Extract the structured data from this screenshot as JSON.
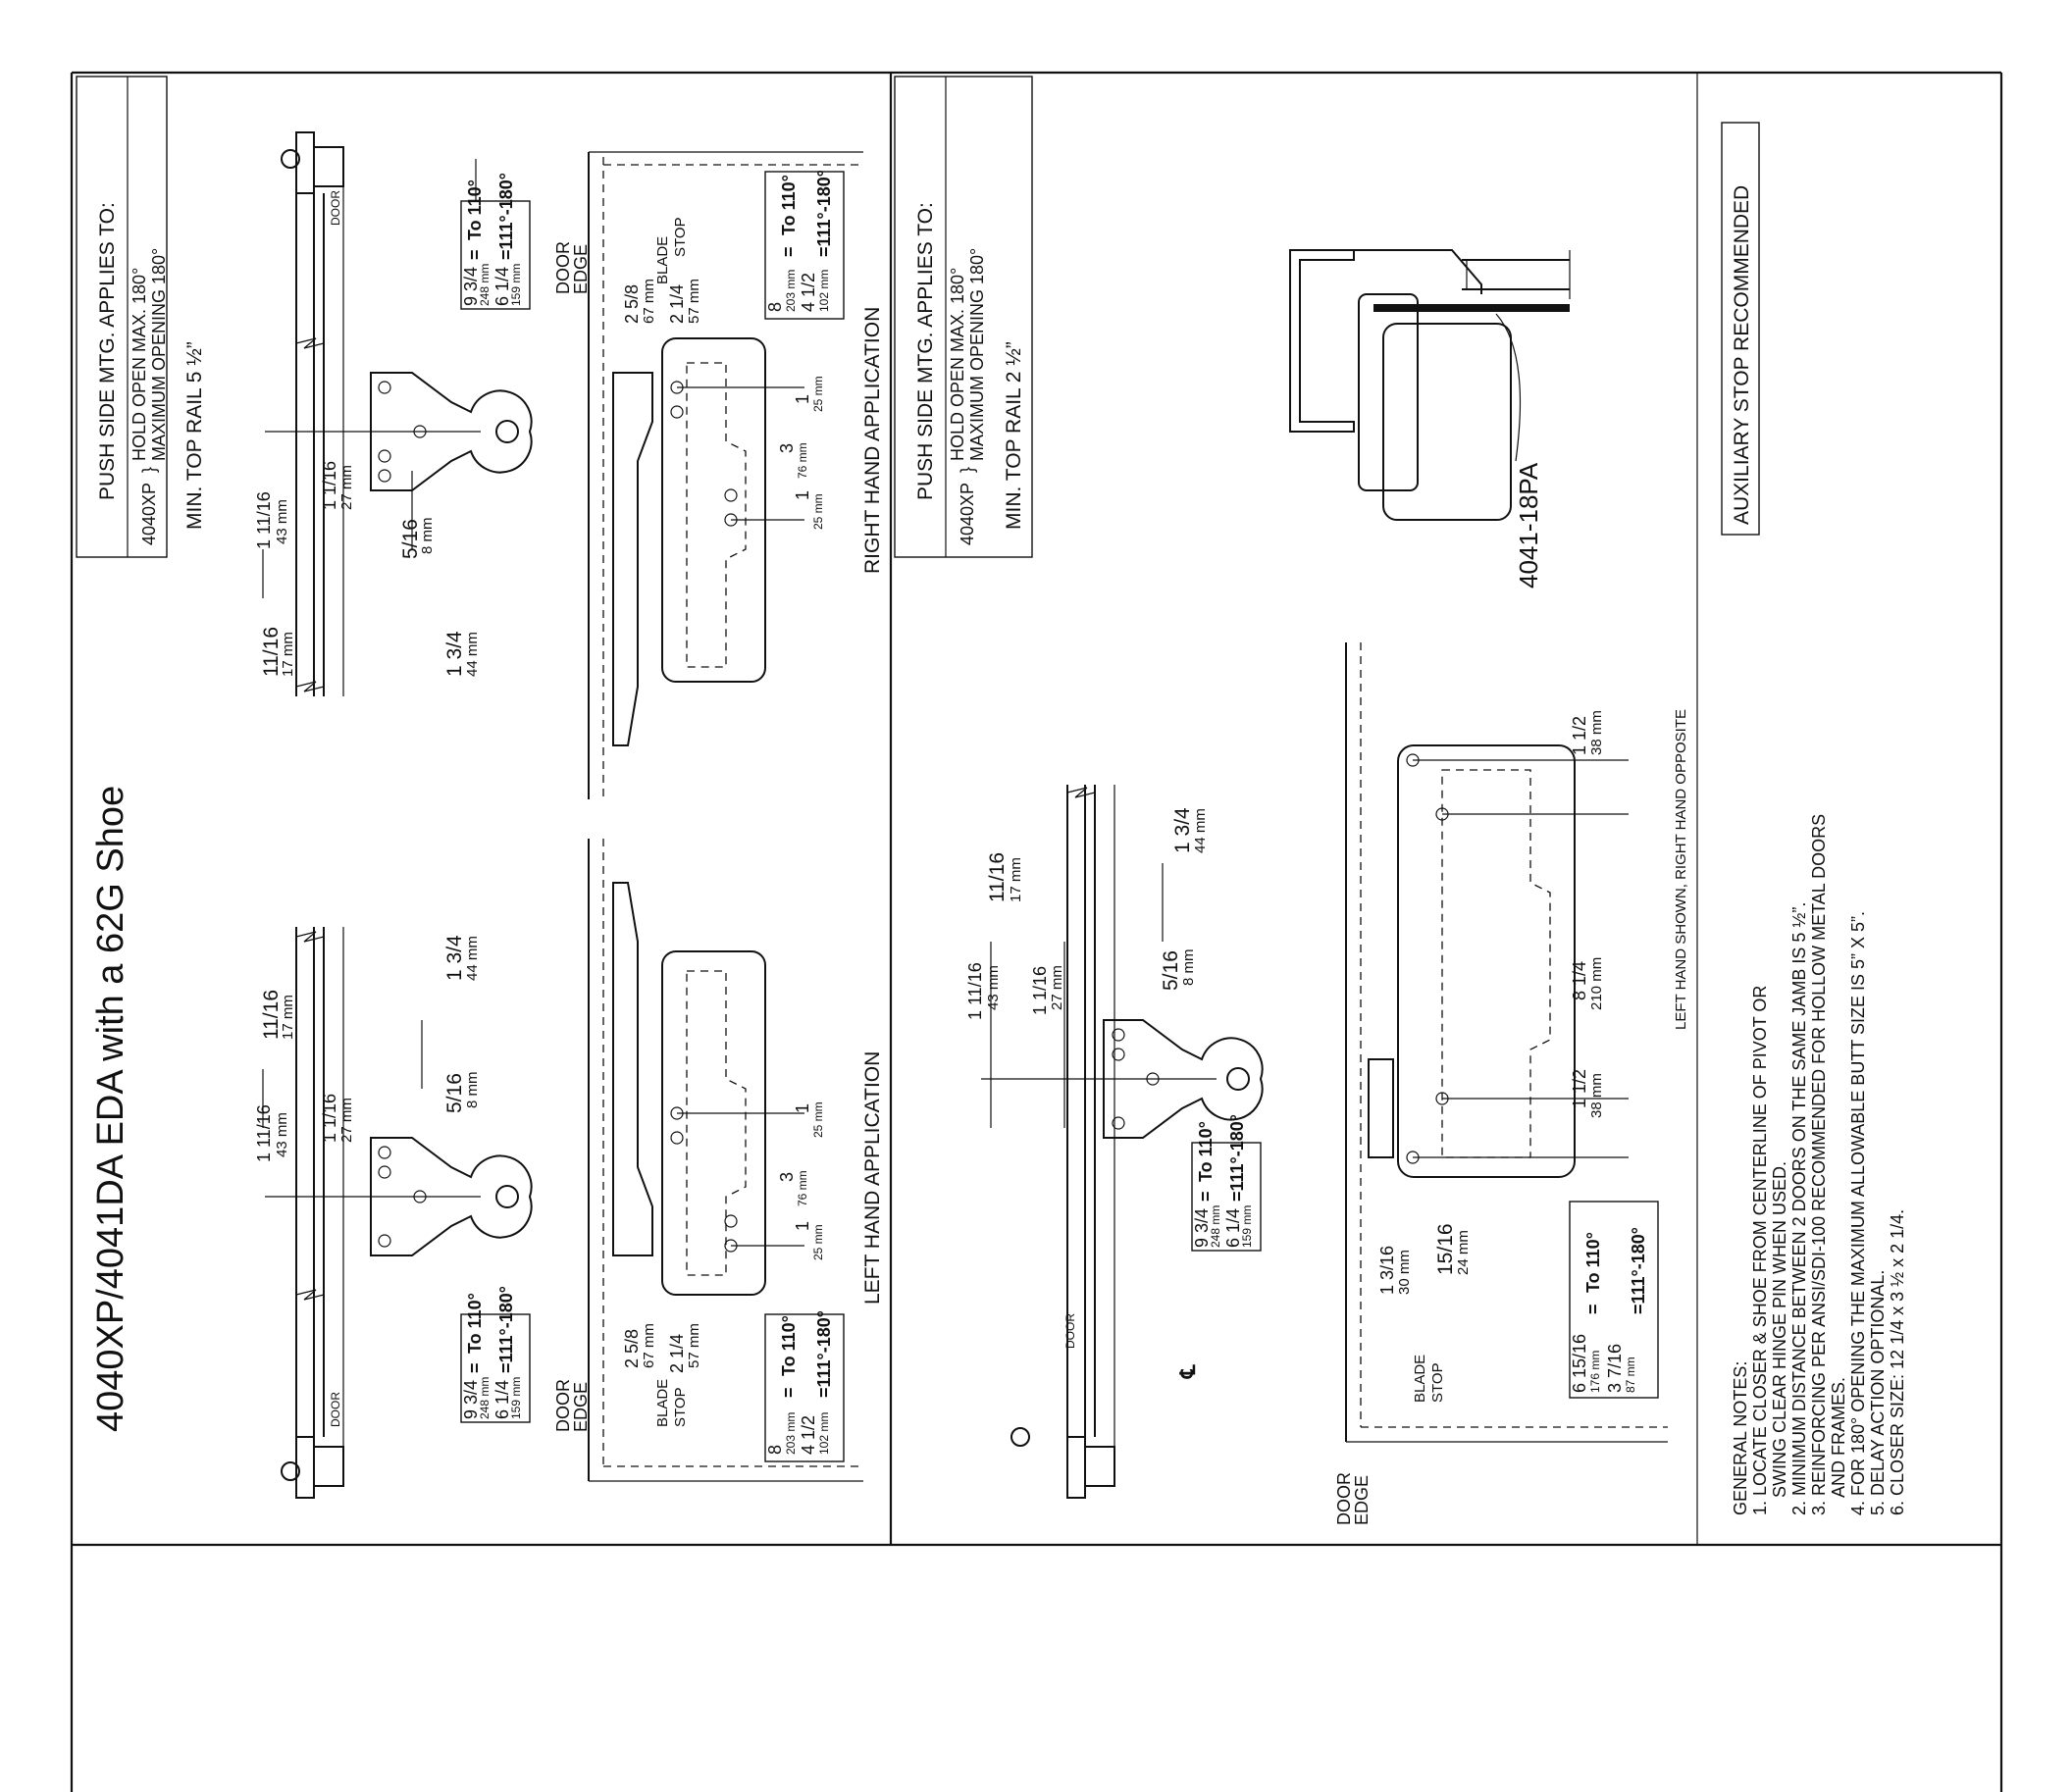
{
  "title": "4040XP/4041DA EDA with a 62G Shoe",
  "applies_box": {
    "heading": "PUSH SIDE MTG. APPLIES TO:",
    "model": "4040XP",
    "line1": "HOLD OPEN MAX. 180°",
    "line2": "MAXIMUM OPENING 180°"
  },
  "top_rail_left": "MIN. TOP RAIL 5 ½”",
  "top_rail_right": "MIN. TOP RAIL 2 ½”",
  "labels": {
    "door": "DOOR",
    "door_edge_1": "DOOR",
    "door_edge_2": "EDGE",
    "blade": "BLADE",
    "stop": "STOP",
    "to110": "To 110°",
    "range180": "=111°-180°",
    "eq": "=",
    "centerline": "℄",
    "part": "4041-18PA",
    "aux": "AUXILIARY STOP RECOMMENDED",
    "hand_note": "LEFT HAND SHOWN, RIGHT HAND OPPOSITE",
    "rh_app": "RIGHT HAND APPLICATION",
    "lh_app": "LEFT HAND APPLICATION"
  },
  "dims": {
    "d1_11_16": "1 11/16",
    "d43mm": "43 mm",
    "d1_1_16": "1 1/16",
    "d27mm": "27 mm",
    "d11_16": "11/16",
    "d17mm": "17 mm",
    "d5_16": "5/16",
    "d8mm": "8 mm",
    "d1_3_4": "1 3/4",
    "d44mm": "44 mm",
    "d9_3_4": "9 3/4",
    "d248mm": "248 mm",
    "d6_1_4": "6 1/4",
    "d159mm": "159 mm",
    "d8": "8",
    "d203mm": "203 mm",
    "d4_1_2": "4 1/2",
    "d102mm": "102 mm",
    "d2_5_8": "2 5/8",
    "d67mm": "67 mm",
    "d2_1_4": "2 1/4",
    "d57mm": "57 mm",
    "d1": "1",
    "d25mm": "25 mm",
    "d3": "3",
    "d76mm": "76 mm",
    "d1_1_2": "1 1/2",
    "d38mm": "38 mm",
    "d8_1_4": "8 1/4",
    "d210mm": "210 mm",
    "d1_3_16": "1 3/16",
    "d30mm": "30 mm",
    "d15_16": "15/16",
    "d24mm": "24 mm",
    "d6_15_16": "6 15/16",
    "d176mm": "176 mm",
    "d3_7_16": "3 7/16",
    "d87mm": "87 mm"
  },
  "notes": {
    "heading": "GENERAL NOTES:",
    "items": [
      "1. LOCATE CLOSER & SHOE FROM CENTERLINE OF PIVOT OR",
      "SWING CLEAR HINGE PIN WHEN USED.",
      "2. MINIMUM DISTANCE BETWEEN 2 DOORS ON THE SAME JAMB IS 5 ½”.",
      "3. REINFORCING PER ANSI/SDI-100 RECOMMENDED FOR HOLLOW METAL DOORS",
      "AND FRAMES.",
      "4. FOR 180° OPENING THE MAXIMUM ALLOWABLE BUTT SIZE IS 5” X 5”.",
      "5. DELAY ACTION OPTIONAL.",
      "6. CLOSER SIZE: 12 1/4 x 3 ½ x 2 1/4."
    ]
  }
}
